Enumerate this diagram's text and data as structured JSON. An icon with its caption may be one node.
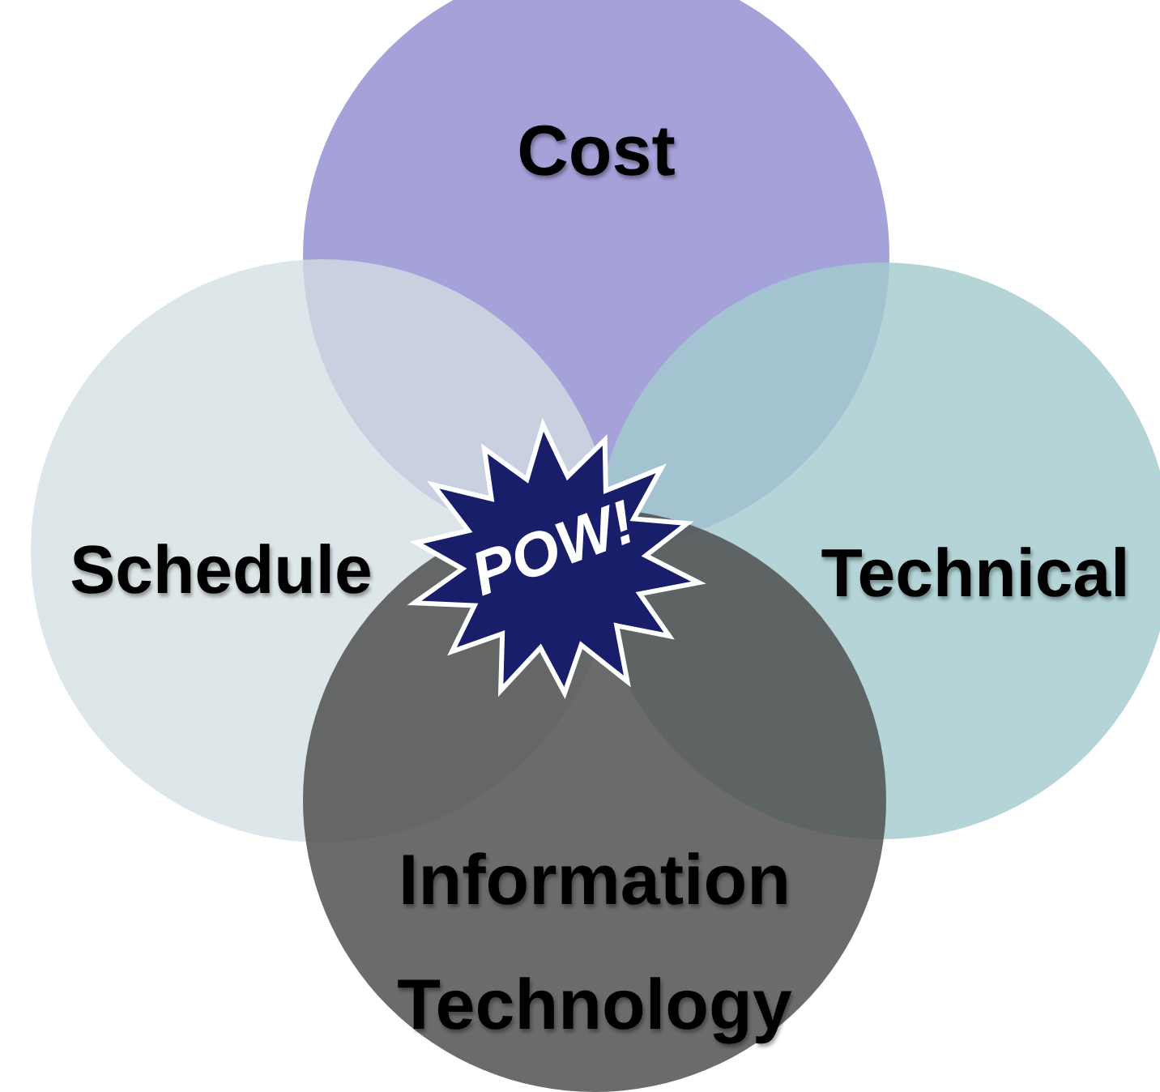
{
  "diagram": {
    "nodes": [
      {
        "text": [
          "Cost"
        ]
      },
      {
        "text": [
          "Schedule"
        ]
      },
      {
        "text": [
          "Technical"
        ]
      },
      {
        "text": [
          "Information Technology"
        ]
      },
      {
        "text": [
          "POW!"
        ]
      }
    ]
  }
}
